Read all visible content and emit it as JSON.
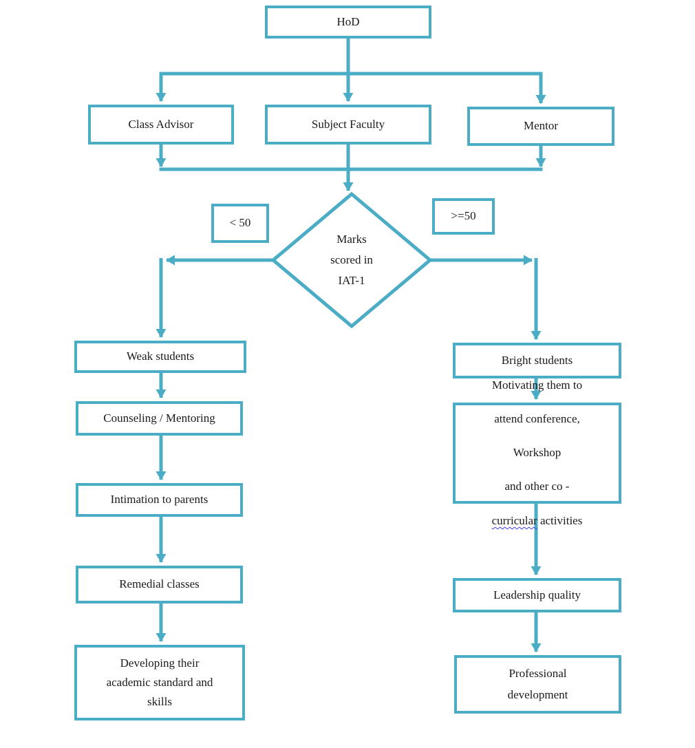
{
  "palette": {
    "accent": "#4BACC6",
    "text": "#1b1b1b",
    "squiggle_underline": "#3a3af0",
    "background": "#ffffff"
  },
  "flowchart": {
    "root": {
      "label": "HoD"
    },
    "level2": {
      "class_advisor": "Class Advisor",
      "subject_faculty": "Subject Faculty",
      "mentor": "Mentor"
    },
    "decision": {
      "label": "Marks\nscored in\nIAT-1"
    },
    "branch_labels": {
      "left": "< 50",
      "right": ">=50"
    },
    "left_path": {
      "weak": "Weak students",
      "counseling": "Counseling / Mentoring",
      "intimation": "Intimation to parents",
      "remedial": "Remedial classes",
      "developing": "Developing their\nacademic standard and\nskills"
    },
    "right_path": {
      "bright": "Bright students",
      "motivating_lines": [
        "Motivating them to",
        "attend conference,",
        "Workshop",
        "and other co -"
      ],
      "motivating_misspelled_word": "curricular",
      "motivating_tail": " activities",
      "leadership": "Leadership quality",
      "professional": "Professional\ndevelopment"
    }
  }
}
